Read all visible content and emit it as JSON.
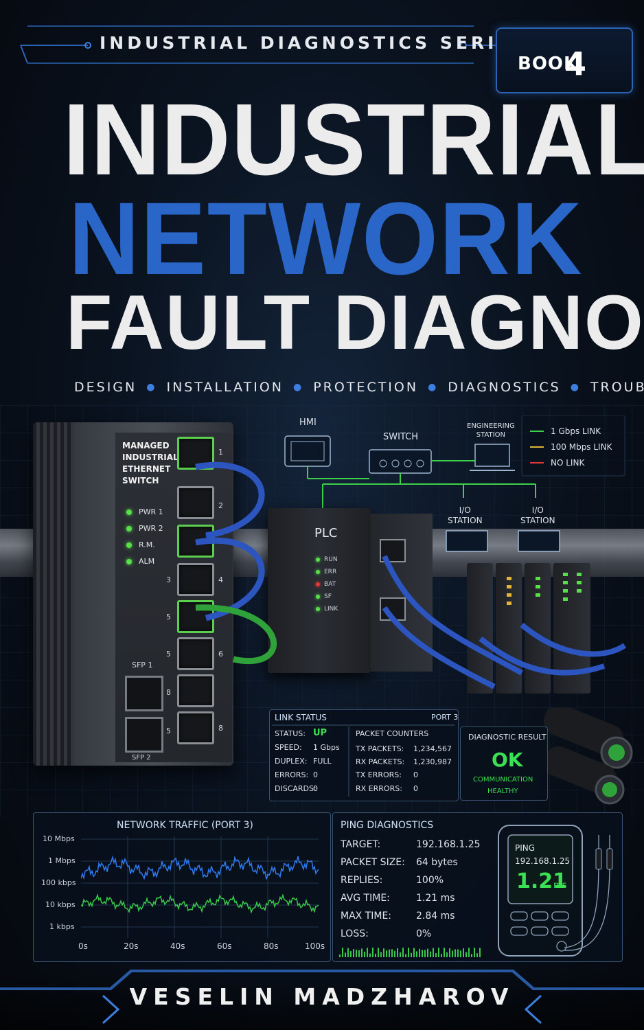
{
  "series": "INDUSTRIAL DIAGNOSTICS SERIES",
  "book": {
    "label": "BOOK",
    "number": "4"
  },
  "title": {
    "line1": "INDUSTRIAL",
    "line2": "NETWORK",
    "line3": "FAULT DIAGNOSTICS"
  },
  "subtitle_items": [
    "DESIGN",
    "INSTALLATION",
    "PROTECTION",
    "DIAGNOSTICS",
    "TROUBLESHOOTING"
  ],
  "switch": {
    "label_lines": [
      "MANAGED",
      "INDUSTRIAL",
      "ETHERNET",
      "SWITCH"
    ],
    "leds": [
      "PWR 1",
      "PWR 2",
      "R.M.",
      "ALM"
    ],
    "port_numbers": [
      "1",
      "2",
      "3",
      "4",
      "5",
      "5",
      "6",
      "8",
      "8",
      "5"
    ],
    "sfp_labels": [
      "SFP 1",
      "SFP 2"
    ]
  },
  "diagram": {
    "hmi": "HMI",
    "switch": "SWITCH",
    "engineering_station": [
      "ENGINEERING",
      "STATION"
    ],
    "io_station": [
      "I/O",
      "STATION"
    ],
    "legend": [
      {
        "label": "1 Gbps LINK",
        "color": "#3ed04a"
      },
      {
        "label": "100 Mbps LINK",
        "color": "#e0b53a"
      },
      {
        "label": "NO LINK",
        "color": "#e23a35"
      }
    ]
  },
  "plc": {
    "label": "PLC",
    "leds": [
      {
        "label": "RUN",
        "color": "#57e04a"
      },
      {
        "label": "ERR",
        "color": "#57e04a"
      },
      {
        "label": "BAT",
        "color": "#e23a35"
      },
      {
        "label": "SF",
        "color": "#57e04a"
      },
      {
        "label": "LINK",
        "color": "#57e04a"
      }
    ]
  },
  "link_status": {
    "title": "LINK STATUS",
    "port": "PORT 3",
    "rows": [
      {
        "k": "STATUS:",
        "v": "UP"
      },
      {
        "k": "SPEED:",
        "v": "1 Gbps"
      },
      {
        "k": "DUPLEX:",
        "v": "FULL"
      },
      {
        "k": "ERRORS:",
        "v": "0"
      },
      {
        "k": "DISCARDS:",
        "v": "0"
      }
    ],
    "counters_title": "PACKET COUNTERS",
    "counters": [
      {
        "k": "TX PACKETS:",
        "v": "1,234,567"
      },
      {
        "k": "RX PACKETS:",
        "v": "1,230,987"
      },
      {
        "k": "TX ERRORS:",
        "v": "0"
      },
      {
        "k": "RX ERRORS:",
        "v": "0"
      }
    ]
  },
  "diagnostic": {
    "title": "DIAGNOSTIC RESULT",
    "result": "OK",
    "line1": "COMMUNICATION",
    "line2": "HEALTHY"
  },
  "traffic": {
    "title": "NETWORK TRAFFIC (PORT 3)",
    "y_ticks": [
      "10 Mbps",
      "1 Mbps",
      "100 kbps",
      "10 kbps",
      "1 kbps"
    ],
    "x_ticks": [
      "0s",
      "20s",
      "40s",
      "60s",
      "80s",
      "100s"
    ],
    "series_colors": {
      "tx": "#2e7bf0",
      "rx": "#3ac94a"
    }
  },
  "ping": {
    "title": "PING DIAGNOSTICS",
    "rows": [
      {
        "k": "TARGET:",
        "v": "192.168.1.25"
      },
      {
        "k": "PACKET SIZE:",
        "v": "64 bytes"
      },
      {
        "k": "REPLIES:",
        "v": "100%"
      },
      {
        "k": "AVG TIME:",
        "v": "1.21 ms"
      },
      {
        "k": "MAX TIME:",
        "v": "2.84 ms"
      },
      {
        "k": "LOSS:",
        "v": "0%"
      }
    ],
    "device": {
      "label": "PING",
      "ip": "192.168.1.25",
      "value": "1.21",
      "unit": "ms"
    }
  },
  "author": "VESELIN MADZHAROV",
  "colors": {
    "accent_blue": "#2a66c8",
    "ok_green": "#3ce053"
  }
}
